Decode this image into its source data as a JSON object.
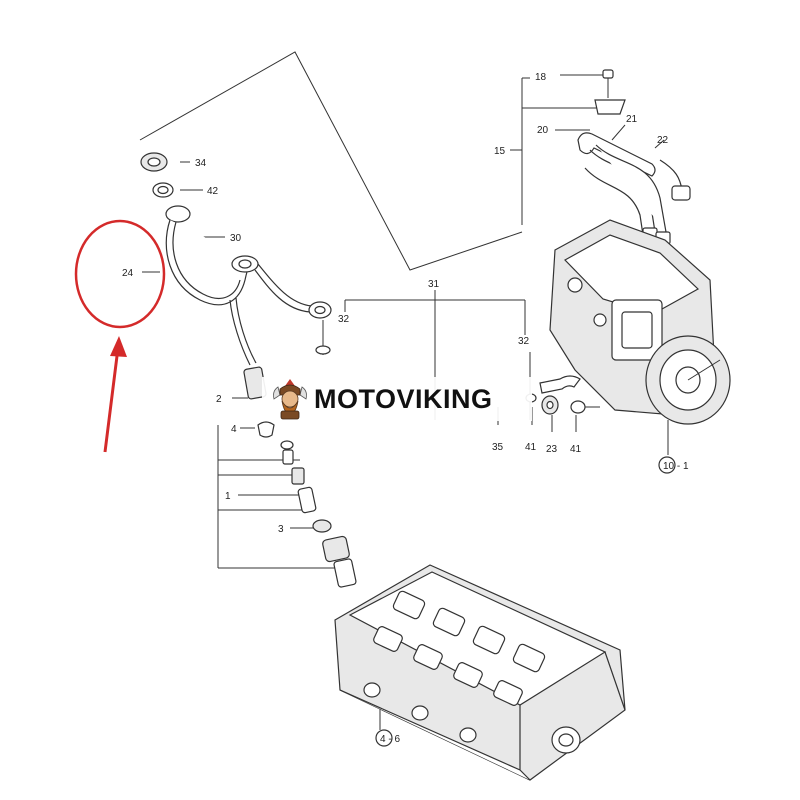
{
  "watermark": {
    "brand": "MOTOVIKING"
  },
  "callouts": {
    "c1": "1",
    "c2": "2",
    "c3": "3",
    "c4": "4",
    "c4_6": "4 - 6",
    "c10_1": "10 - 1",
    "c15": "15",
    "c18": "18",
    "c20": "20",
    "c21": "21",
    "c22": "22",
    "c23": "23",
    "c24": "24",
    "c30": "30",
    "c31": "31",
    "c32a": "32",
    "c32b": "32",
    "c34": "34",
    "c35": "35",
    "c41a": "41",
    "c41b": "41",
    "c42": "42"
  },
  "highlight": {
    "color": "#d42a2a",
    "target_callout": "24"
  }
}
